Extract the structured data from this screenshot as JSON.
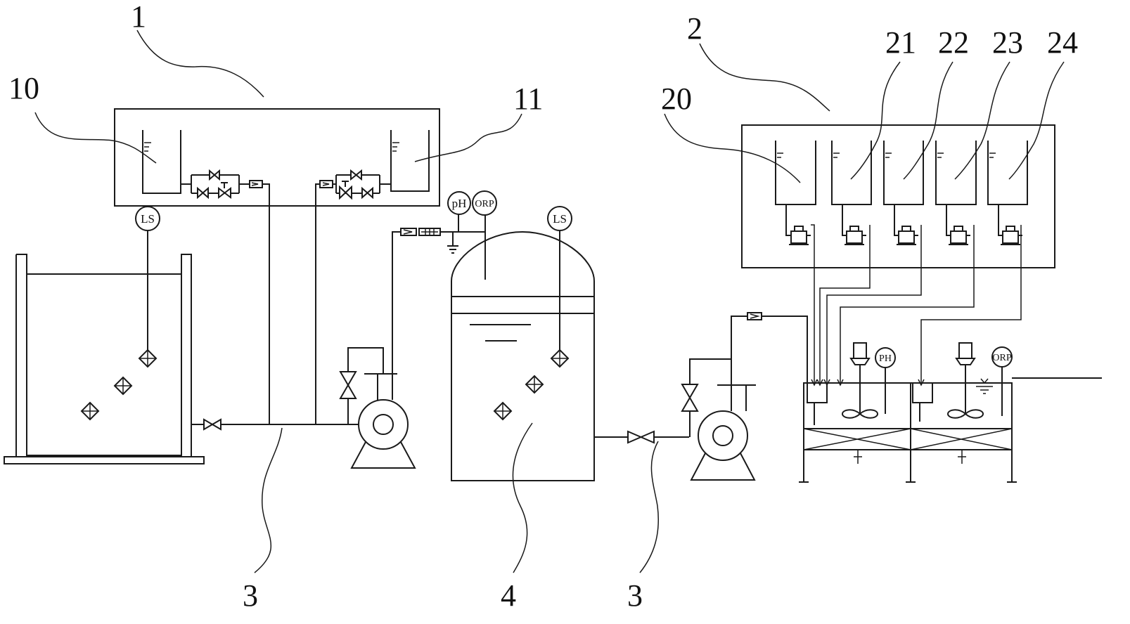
{
  "labels": {
    "system_1": "1",
    "tank_10": "10",
    "tank_11": "11",
    "system_2": "2",
    "tank_20": "20",
    "tank_21": "21",
    "tank_22": "22",
    "tank_23": "23",
    "tank_24": "24",
    "pipe_left": "3",
    "vessel_4": "4",
    "pipe_right": "3"
  },
  "instruments": {
    "level_switch_1": "LS",
    "level_switch_2": "LS",
    "ph_sensor_1": "pH",
    "orp_sensor_1": "ORP",
    "ph_sensor_2": "PH",
    "orp_sensor_2": "ORP"
  },
  "colors": {
    "line": "#1a1a1a",
    "background": "#ffffff"
  }
}
